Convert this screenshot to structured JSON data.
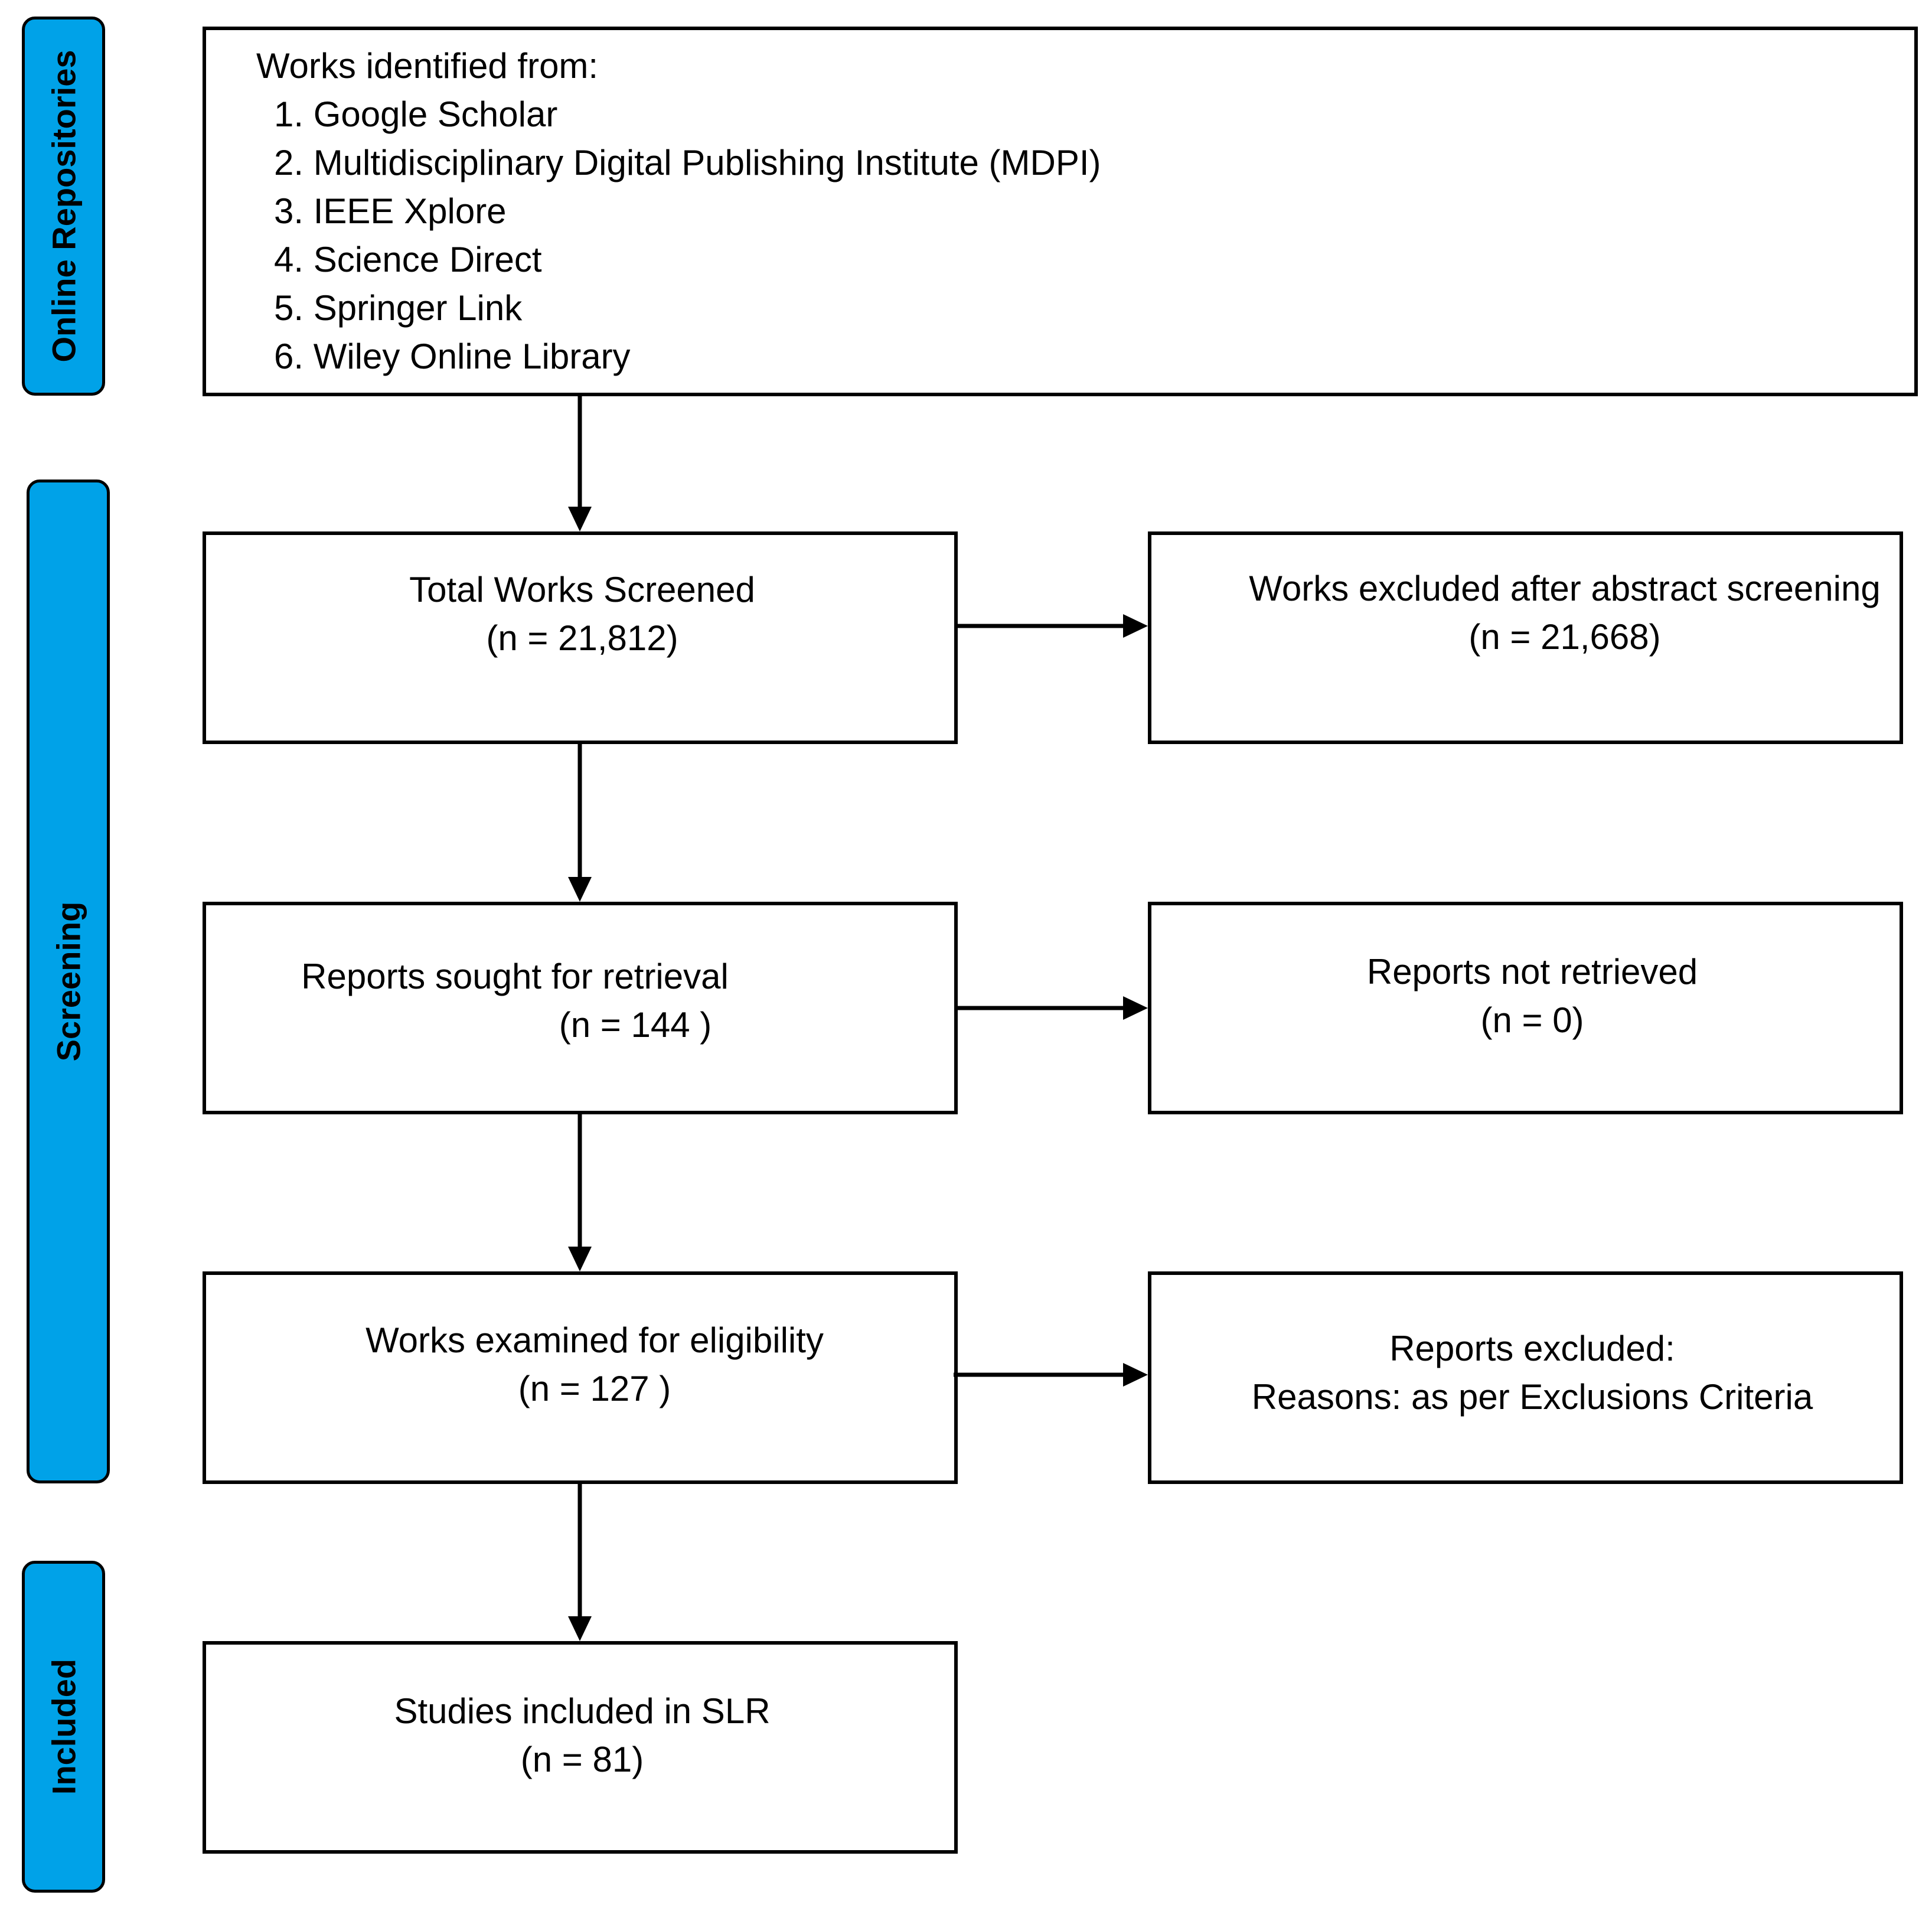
{
  "phases": {
    "online": "Online Repositories",
    "screening": "Screening",
    "included": "Included"
  },
  "identification": {
    "heading": "Works identified from:",
    "sources": [
      "1. Google Scholar",
      "2. Multidisciplinary Digital Publishing Institute (MDPI)",
      "3. IEEE Xplore",
      "4. Science Direct",
      "5. Springer Link",
      "6. Wiley Online Library"
    ]
  },
  "screened": {
    "label": "Total Works Screened",
    "count": "(n = 21,812)"
  },
  "excluded_abstract": {
    "label": "Works excluded after abstract screening",
    "count": "(n = 21,668)"
  },
  "sought": {
    "label": "Reports sought for retrieval",
    "count": "(n = 144 )"
  },
  "not_retrieved": {
    "label": "Reports not retrieved",
    "count": "(n = 0)"
  },
  "eligibility": {
    "label": "Works examined for eligibility",
    "count": "(n = 127 )"
  },
  "reports_excluded": {
    "label": "Reports excluded:",
    "reason": "Reasons: as per Exclusions Criteria"
  },
  "included": {
    "label": "Studies included in SLR",
    "count": "(n = 81)"
  }
}
